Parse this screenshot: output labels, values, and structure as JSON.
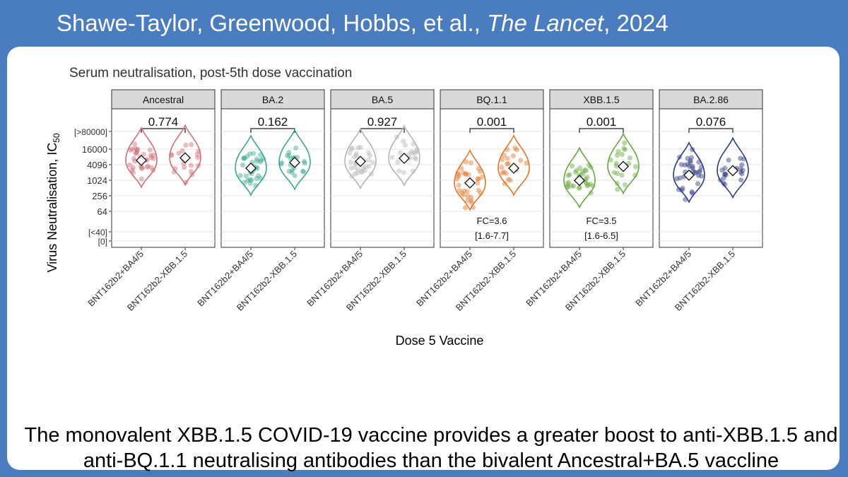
{
  "slide": {
    "title_prefix": "Shawe-Taylor, Greenwood, Hobbs, et al., ",
    "title_journal": "The Lancet",
    "title_suffix": ", 2024",
    "caption": "The monovalent XBB.1.5 COVID-19 vaccine provides a greater boost to anti-XBB.1.5 and anti-BQ.1.1 neutralising antibodies than the bivalent Ancestral+BA.5 vaccline"
  },
  "chart_data": {
    "type": "violin",
    "title": "Serum neutralisation, post-5th dose vaccination",
    "xlabel": "Dose 5 Vaccine",
    "ylabel": "Virus Neutralisation, IC",
    "ylabel_subscript": "50",
    "y_scale": "log2",
    "y_ticks": [
      "[>80000]",
      "16000",
      "4096",
      "1024",
      "256",
      "64",
      "[<40]",
      "[0]"
    ],
    "categories": [
      "BNT162b2+BA4/5",
      "BNT162b2-XBB.1.5"
    ],
    "grid": true,
    "panels": [
      {
        "name": "Ancestral",
        "p_value": "0.774",
        "color": "#cf6f78",
        "median_values": [
          6000,
          7500
        ],
        "fold_change": "",
        "ci": ""
      },
      {
        "name": "BA.2",
        "p_value": "0.162",
        "color": "#3aa891",
        "median_values": [
          3000,
          5000
        ],
        "fold_change": "",
        "ci": ""
      },
      {
        "name": "BA.5",
        "p_value": "0.927",
        "color": "#b5b5b5",
        "median_values": [
          5500,
          7200
        ],
        "fold_change": "",
        "ci": ""
      },
      {
        "name": "BQ.1.1",
        "p_value": "0.001",
        "color": "#e2772b",
        "median_values": [
          800,
          3000
        ],
        "fold_change": "FC=3.6",
        "ci": "[1.6-7.7]"
      },
      {
        "name": "XBB.1.5",
        "p_value": "0.001",
        "color": "#66a83c",
        "median_values": [
          1000,
          3500
        ],
        "fold_change": "FC=3.5",
        "ci": "[1.6-6.5]"
      },
      {
        "name": "BA.2.86",
        "p_value": "0.076",
        "color": "#2e3a82",
        "median_values": [
          1600,
          2400
        ],
        "fold_change": "",
        "ci": ""
      }
    ]
  }
}
